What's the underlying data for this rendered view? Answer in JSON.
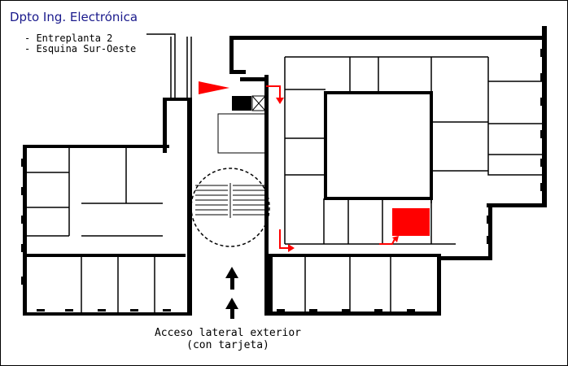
{
  "title": "Dpto Ing. Electrónica",
  "location_notes": [
    "- Entreplanta 2",
    "- Esquina Sur-Oeste"
  ],
  "access_caption": [
    "Acceso lateral exterior",
    "(con tarjeta)"
  ],
  "colors": {
    "walls": "#000000",
    "highlight": "#ff0000",
    "title": "#1a1a8c",
    "background": "#ffffff"
  },
  "icons": [
    "entrance-arrow-icon",
    "route-arrow-icon",
    "access-arrow-icon",
    "stair-icon",
    "elevator-icon"
  ]
}
